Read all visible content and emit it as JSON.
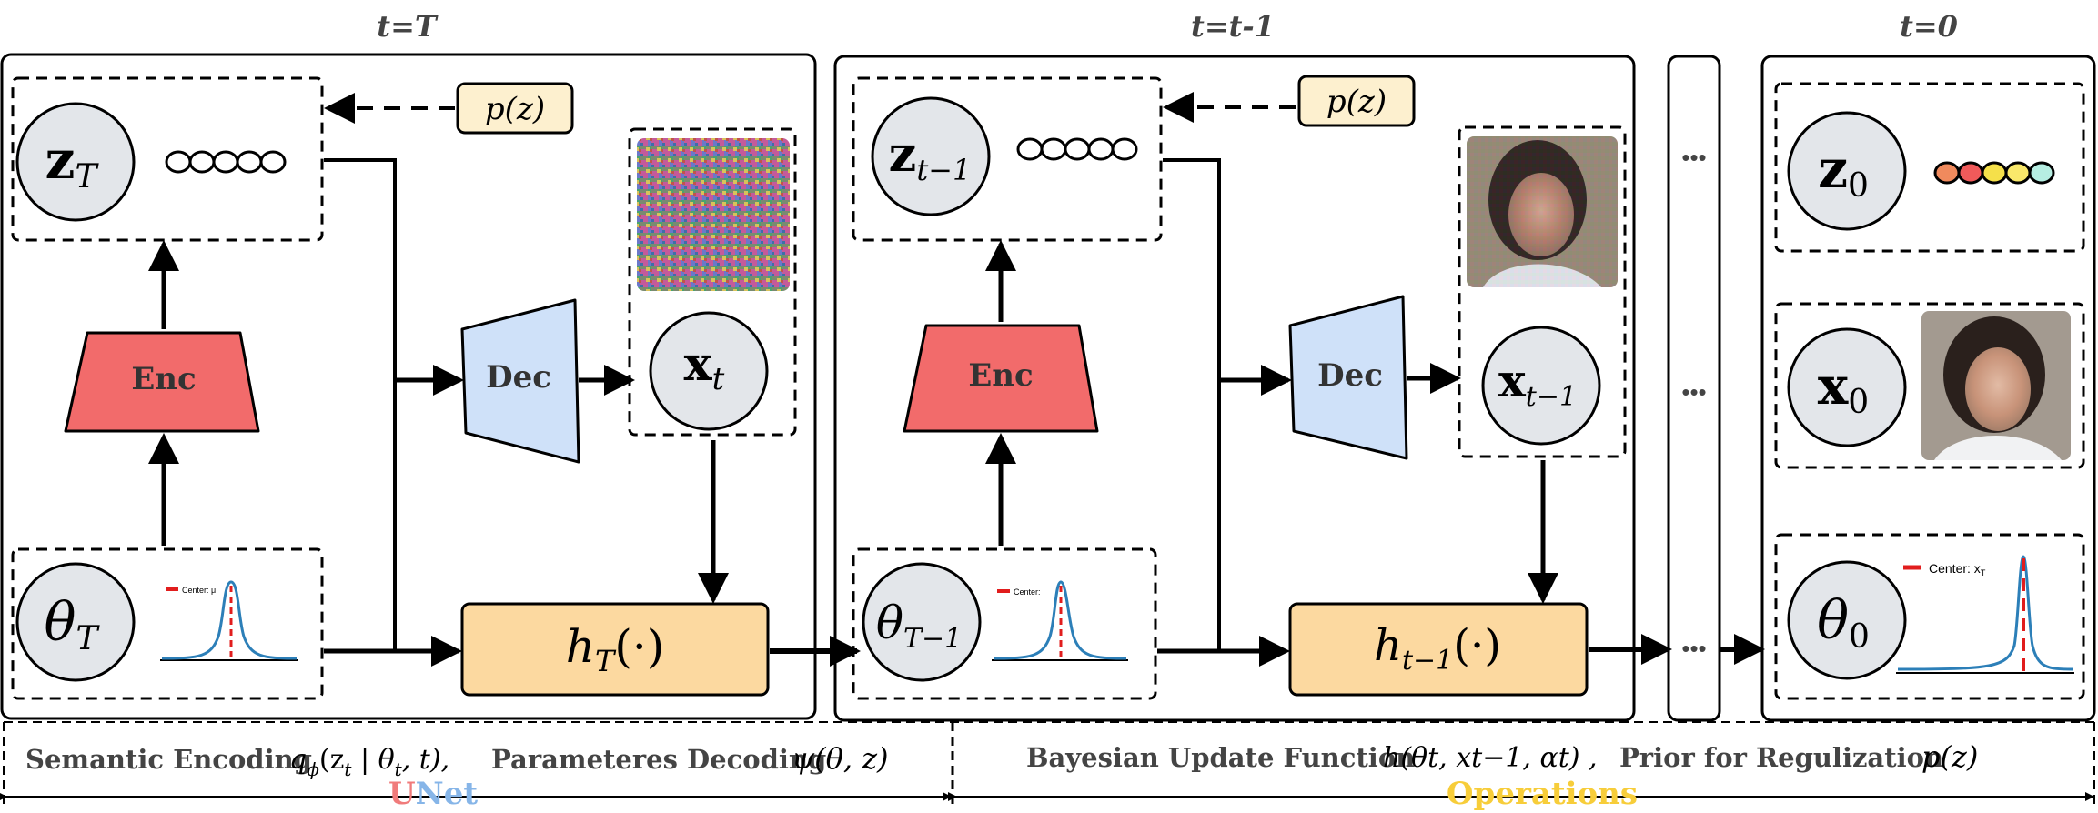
{
  "stages": [
    {
      "title": "t=T",
      "latent": {
        "symbol": "z",
        "sub": "T"
      },
      "encoder_label": "Enc",
      "decoder_label": "Dec",
      "prior_label": "p(z)",
      "image_node": {
        "symbol": "x",
        "sub": "t"
      },
      "param_node": {
        "symbol": "θ",
        "sub": "T"
      },
      "update_fn": {
        "symbol": "h",
        "sub": "T",
        "args": "(·)"
      },
      "gaussian_legend": "Center: μ"
    },
    {
      "title": "t=t-1",
      "latent": {
        "symbol": "z",
        "sub": "t−1"
      },
      "encoder_label": "Enc",
      "decoder_label": "Dec",
      "prior_label": "p(z)",
      "image_node": {
        "symbol": "x",
        "sub": "t−1"
      },
      "param_node": {
        "symbol": "θ",
        "sub": "T−1"
      },
      "update_fn": {
        "symbol": "h",
        "sub": "t−1",
        "args": "(·)"
      },
      "gaussian_legend": "Center:"
    },
    {
      "title": "t=0",
      "latent": {
        "symbol": "z",
        "sub": "0"
      },
      "image_node": {
        "symbol": "x",
        "sub": "0"
      },
      "param_node": {
        "symbol": "θ",
        "sub": "0"
      },
      "gaussian_legend": "Center: x",
      "gaussian_legend_sub": "T"
    }
  ],
  "latent_dot_colors": [
    "#f08a5d",
    "#f05a5a",
    "#f5e04a",
    "#f9e86b",
    "#b6eee2"
  ],
  "ellipsis": "•••",
  "bottom": {
    "left_labels": [
      {
        "text": "Semantic Encoding",
        "math": "qϕ(zt | θt, t),",
        "math_base": "q",
        "math_sub": "ϕ",
        "math_rest": "(z",
        "math_rest_sub": "t",
        "math_tail": " | θ",
        "math_tail_sub": "t",
        "math_end": ", t),"
      },
      {
        "text": "Parameteres Decoding",
        "math": "ψ(θ, z)"
      }
    ],
    "right_labels": [
      {
        "text": "Bayesian Update Function",
        "math": "h(θt, xt−1, αt) ,"
      },
      {
        "text": "Prior for Regulization",
        "math": "p(z)"
      }
    ],
    "left_group_part1": "U",
    "left_group_part2": "Net",
    "right_group": "Operations"
  },
  "colors": {
    "encoder": "#f26b6b",
    "decoder": "#cfe1f9",
    "update": "#fcd9a0",
    "prior_box": "#fdf0cf",
    "node": "#e3e6ea",
    "unet_u": "#f07b7b",
    "unet_net": "#86b5e8",
    "operations": "#f7cd3a",
    "gaussian": "#2c7fb8",
    "center_line": "#e11d1d"
  }
}
